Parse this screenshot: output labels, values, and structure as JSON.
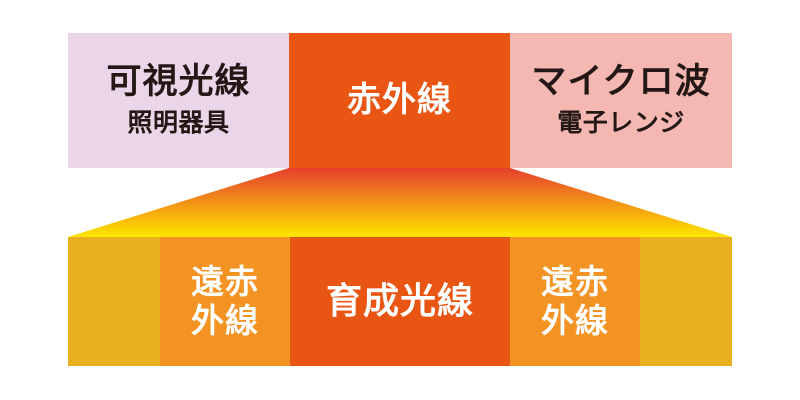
{
  "diagram": {
    "title": "Electromagnetic spectrum band diagram",
    "colors": {
      "visible_light_bg": "#EBD5E9",
      "infrared_bg": "#E95513",
      "microwave_bg": "#F5B7B1",
      "beam_top": "#E8402A",
      "beam_bottom": "#FEE600",
      "far_infrared_bg": "#F39324",
      "growth_ray_bg": "#E95513",
      "gold_bg": "#E8AF1E",
      "dark_text": "#231815",
      "white_text": "#FFFFFF"
    }
  },
  "top_bar": {
    "cells": [
      {
        "key": "visible-light",
        "title": "可視光線",
        "subtitle": "照明器具",
        "background": "#EBD5E9",
        "text_color": "#231815"
      },
      {
        "key": "infrared",
        "title": "赤外線",
        "subtitle": "",
        "background": "#E95513",
        "text_color": "#FFFFFF"
      },
      {
        "key": "microwave",
        "title": "マイクロ波",
        "subtitle": "電子レンジ",
        "background": "#F5B7B1",
        "text_color": "#231815"
      }
    ]
  },
  "bottom_bar": {
    "cells": [
      {
        "key": "gold-left",
        "label": "",
        "background": "#E8AF1E"
      },
      {
        "key": "far-infrared-left",
        "label": "遠赤\n外線",
        "background": "#F39324"
      },
      {
        "key": "growth-ray",
        "label": "育成光線",
        "background": "#E95513"
      },
      {
        "key": "far-infrared-right",
        "label": "遠赤\n外線",
        "background": "#F39324"
      },
      {
        "key": "gold-right",
        "label": "",
        "background": "#E8AF1E"
      }
    ]
  }
}
